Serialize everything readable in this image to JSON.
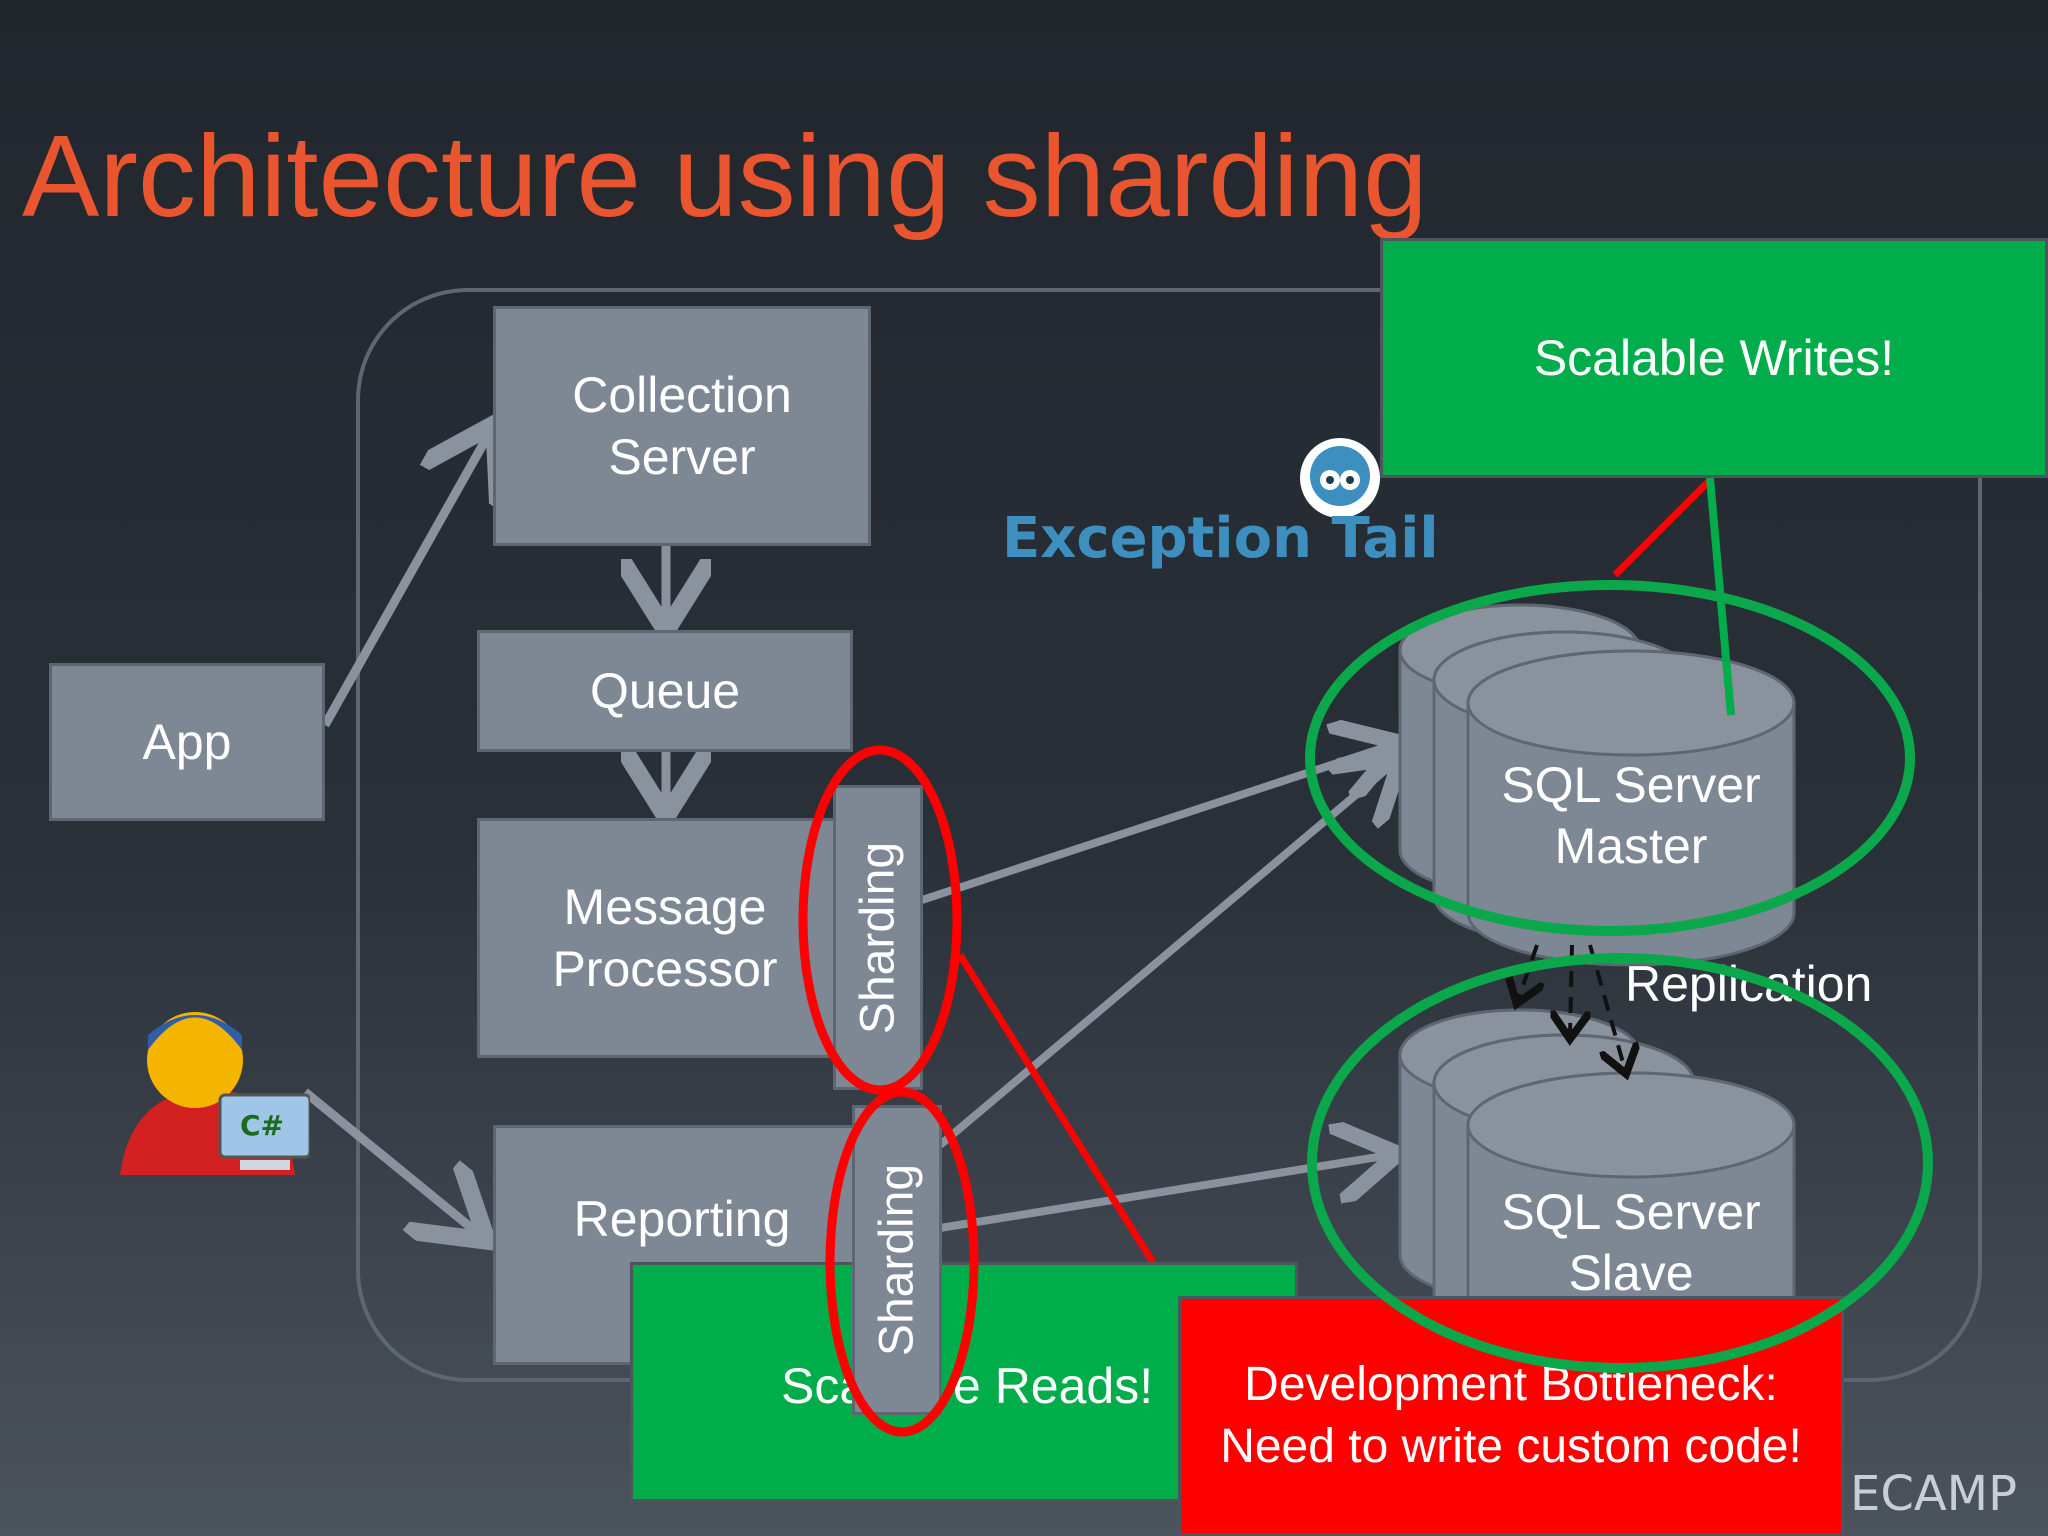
{
  "slide": {
    "title": "Architecture using sharding"
  },
  "boxes": {
    "collection_server": "Collection\nServer",
    "queue": "Queue",
    "message_processor": "Message\nProcessor",
    "reporting": "Reporting\nS",
    "app": "App"
  },
  "sharding": {
    "top_label": "Sharding",
    "bottom_label": "Sharding"
  },
  "databases": {
    "master": "SQL Server\nMaster",
    "slave": "SQL Server\nSlave",
    "replication_label": "Replication"
  },
  "logo": {
    "text": "Exception Tail"
  },
  "callouts": {
    "scalable_writes": "Scalable Writes!",
    "scalable_reads_left": "Sca",
    "scalable_reads_right": "e Reads!",
    "bottleneck": "Development Bottleneck:\nNeed to write custom code!"
  },
  "footer": {
    "brand": "ECAMP"
  },
  "colors": {
    "title": "#e8552f",
    "box": "#7e8794",
    "green": "#00ad4a",
    "red": "#ff0000",
    "ellipse_green": "#0aa84a",
    "logo": "#3d8fbf"
  }
}
